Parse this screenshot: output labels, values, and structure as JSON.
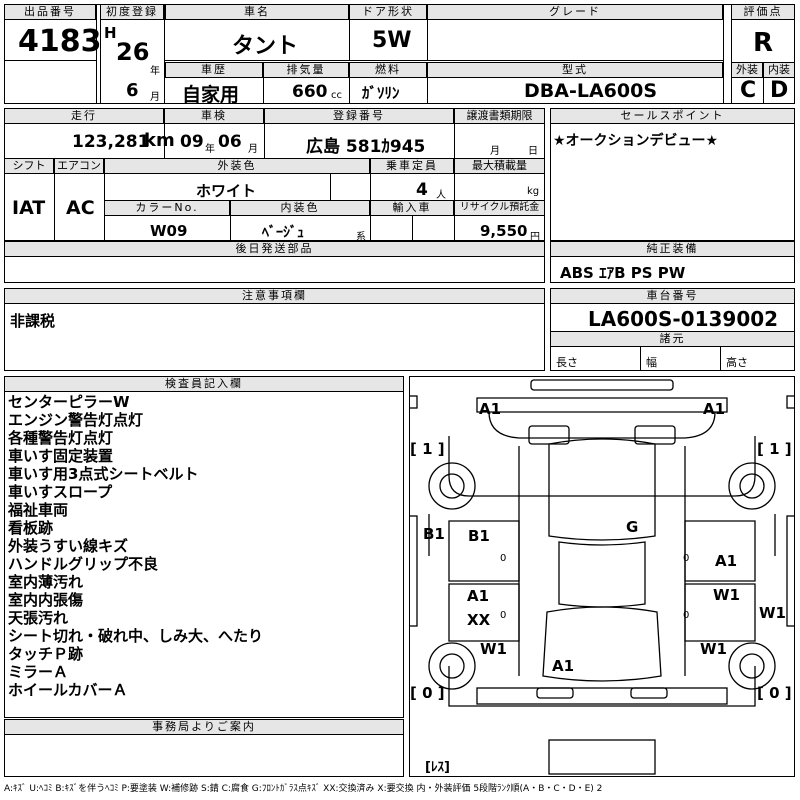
{
  "header": {
    "lot_label": "出品番号",
    "lot_number": "4183",
    "first_reg_label": "初度登録",
    "era": "H",
    "reg_year": "26",
    "year_unit": "年",
    "reg_month": "6",
    "month_unit": "月",
    "car_name_label": "車名",
    "car_name": "タント",
    "door_label": "ドア形状",
    "door": "5W",
    "grade_label": "グレード",
    "grade": "",
    "score_label": "評価点",
    "score": "R",
    "history_label": "車歴",
    "history": "自家用",
    "displacement_label": "排気量",
    "displacement": "660",
    "displacement_unit": "cc",
    "fuel_label": "燃料",
    "fuel": "ｶﾞｿﾘﾝ",
    "model_label": "型式",
    "model": "DBA-LA600S",
    "exterior_label": "外装",
    "exterior": "C",
    "interior_label": "内装",
    "interior": "D"
  },
  "row2": {
    "mileage_label": "走行",
    "mileage": "123,281",
    "mileage_unit": "km",
    "inspection_label": "車検",
    "insp_year": "09",
    "insp_year_unit": "年",
    "insp_month": "06",
    "insp_month_unit": "月",
    "plate_label": "登録番号",
    "plate": "広島 581ｶ945",
    "transfer_label": "譲渡書類期限",
    "transfer_month_unit": "月",
    "transfer_day_unit": "日",
    "sales_label": "セールスポイント",
    "sales_point": "★オークションデビュー★"
  },
  "row3": {
    "shift_label": "シフト",
    "shift": "IAT",
    "ac_label": "エアコン",
    "ac": "AC",
    "color_label": "外装色",
    "color": "ホワイト",
    "capacity_label": "乗車定員",
    "capacity": "4",
    "capacity_unit": "人",
    "load_label": "最大積載量",
    "load_unit": "kg",
    "color_no_label": "カラーNo.",
    "color_no": "W09",
    "interior_color_label": "内装色",
    "interior_color": "ﾍﾞｰｼﾞｭ",
    "interior_color_suffix": "系",
    "import_label": "輸入車",
    "recycle_label": "リサイクル預託金",
    "recycle": "9,550",
    "recycle_unit": "円"
  },
  "later_label": "後日発送部品",
  "equipment_label": "純正装備",
  "equipment": "ABS ｴｱB PS PW",
  "caution_label": "注意事項欄",
  "caution": "非課税",
  "chassis_label": "車台番号",
  "chassis": "LA600S-0139002",
  "specs_label": "諸元",
  "length_label": "長さ",
  "width_label": "幅",
  "height_label": "高さ",
  "inspector_label": "検査員記入欄",
  "inspector_notes": [
    "センターピラーW",
    "エンジン警告灯点灯",
    "各種警告灯点灯",
    "車いす固定装置",
    "車いす用3点式シートベルト",
    "車いすスロープ",
    "福祉車両",
    "看板跡",
    "外装うすい線キズ",
    "ハンドルグリップ不良",
    "室内薄汚れ",
    "室内内張傷",
    "天張汚れ",
    "シート切れ・破れ中、しみ大、へたり",
    "タッチＰ跡",
    "ミラーＡ",
    "ホイールカバーＡ"
  ],
  "office_label": "事務局よりご案内",
  "diagram": {
    "a1_tl": "A1",
    "a1_tr": "A1",
    "tire_fl": "[ 1 ]",
    "tire_fr": "[ 1 ]",
    "b1_out": "B1",
    "b1_in": "B1",
    "g": "G",
    "a1_right": "A1",
    "a1_left": "A1",
    "xx": "XX",
    "w1_right": "W1",
    "w1_far": "W1",
    "w1_left": "W1",
    "w1_rear_r": "W1",
    "a1_bottom": "A1",
    "zero_small": "0",
    "tire_rl": "[ 0 ]",
    "tire_rr": "[ 0 ]",
    "spare": "[ﾚｽ]"
  },
  "legend": "A:ｷｽﾞ U:ﾍｺﾐ B:ｷｽﾞを伴うﾍｺﾐ P:要塗装 W:補修跡 S:錆 C:腐食 G:ﾌﾛﾝﾄｶﾞﾗｽ点ｷｽﾞ XX:交換済み X:要交換 内・外装評価 5段階ﾗﾝｸ順(A・B・C・D・E) 2"
}
